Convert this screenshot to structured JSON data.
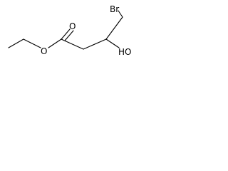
{
  "molecule": {
    "atoms": [
      {
        "id": "br",
        "label": "Br"
      },
      {
        "id": "oh",
        "label": "HO"
      },
      {
        "id": "carbonyl-o",
        "label": "O"
      },
      {
        "id": "ester-o",
        "label": "O"
      }
    ],
    "bonds": [
      {
        "id": "methyl-ch2",
        "order": 1
      },
      {
        "id": "ch2-ester-o",
        "order": 1
      },
      {
        "id": "ester-o-carbonyl-c",
        "order": 1
      },
      {
        "id": "carbonyl-c-o",
        "order": 2
      },
      {
        "id": "carbonyl-c-ch2",
        "order": 1
      },
      {
        "id": "ch2-choh",
        "order": 1
      },
      {
        "id": "choh-oh",
        "order": 1
      },
      {
        "id": "choh-ch2br",
        "order": 1
      },
      {
        "id": "ch2-br",
        "order": 1
      }
    ]
  }
}
